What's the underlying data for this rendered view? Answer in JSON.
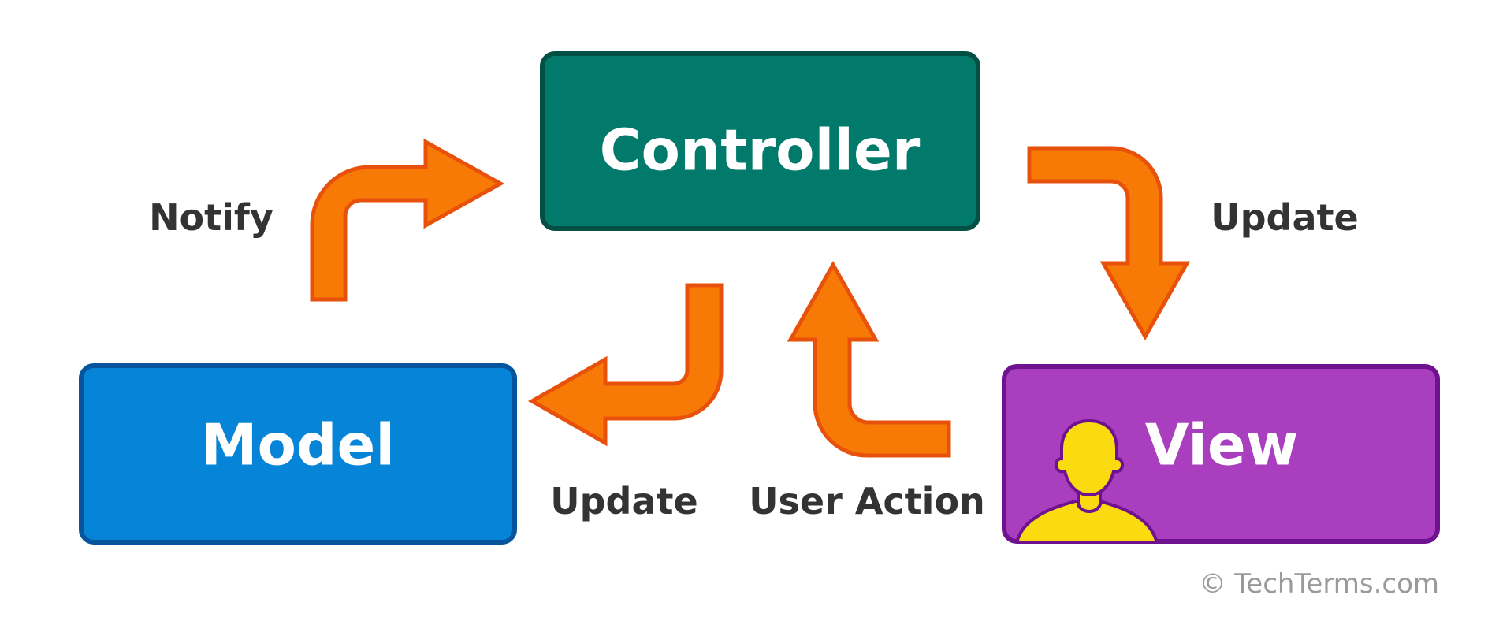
{
  "nodes": {
    "controller": {
      "label": "Controller",
      "color": "#027A6B",
      "border": "#024F44"
    },
    "model": {
      "label": "Model",
      "color": "#0684D7",
      "border": "#06559C"
    },
    "view": {
      "label": "View",
      "color": "#A93FBF",
      "border": "#6E1290"
    }
  },
  "edges": {
    "notify": {
      "label": "Notify"
    },
    "update_view": {
      "label": "Update"
    },
    "update_model": {
      "label": "Update"
    },
    "user_action": {
      "label": "User Action"
    }
  },
  "arrow_colors": {
    "fill": "#F77A06",
    "stroke": "#E8510B"
  },
  "user_icon_colors": {
    "fill": "#FADB0F",
    "stroke": "#6E1290"
  },
  "credit": "© TechTerms.com"
}
